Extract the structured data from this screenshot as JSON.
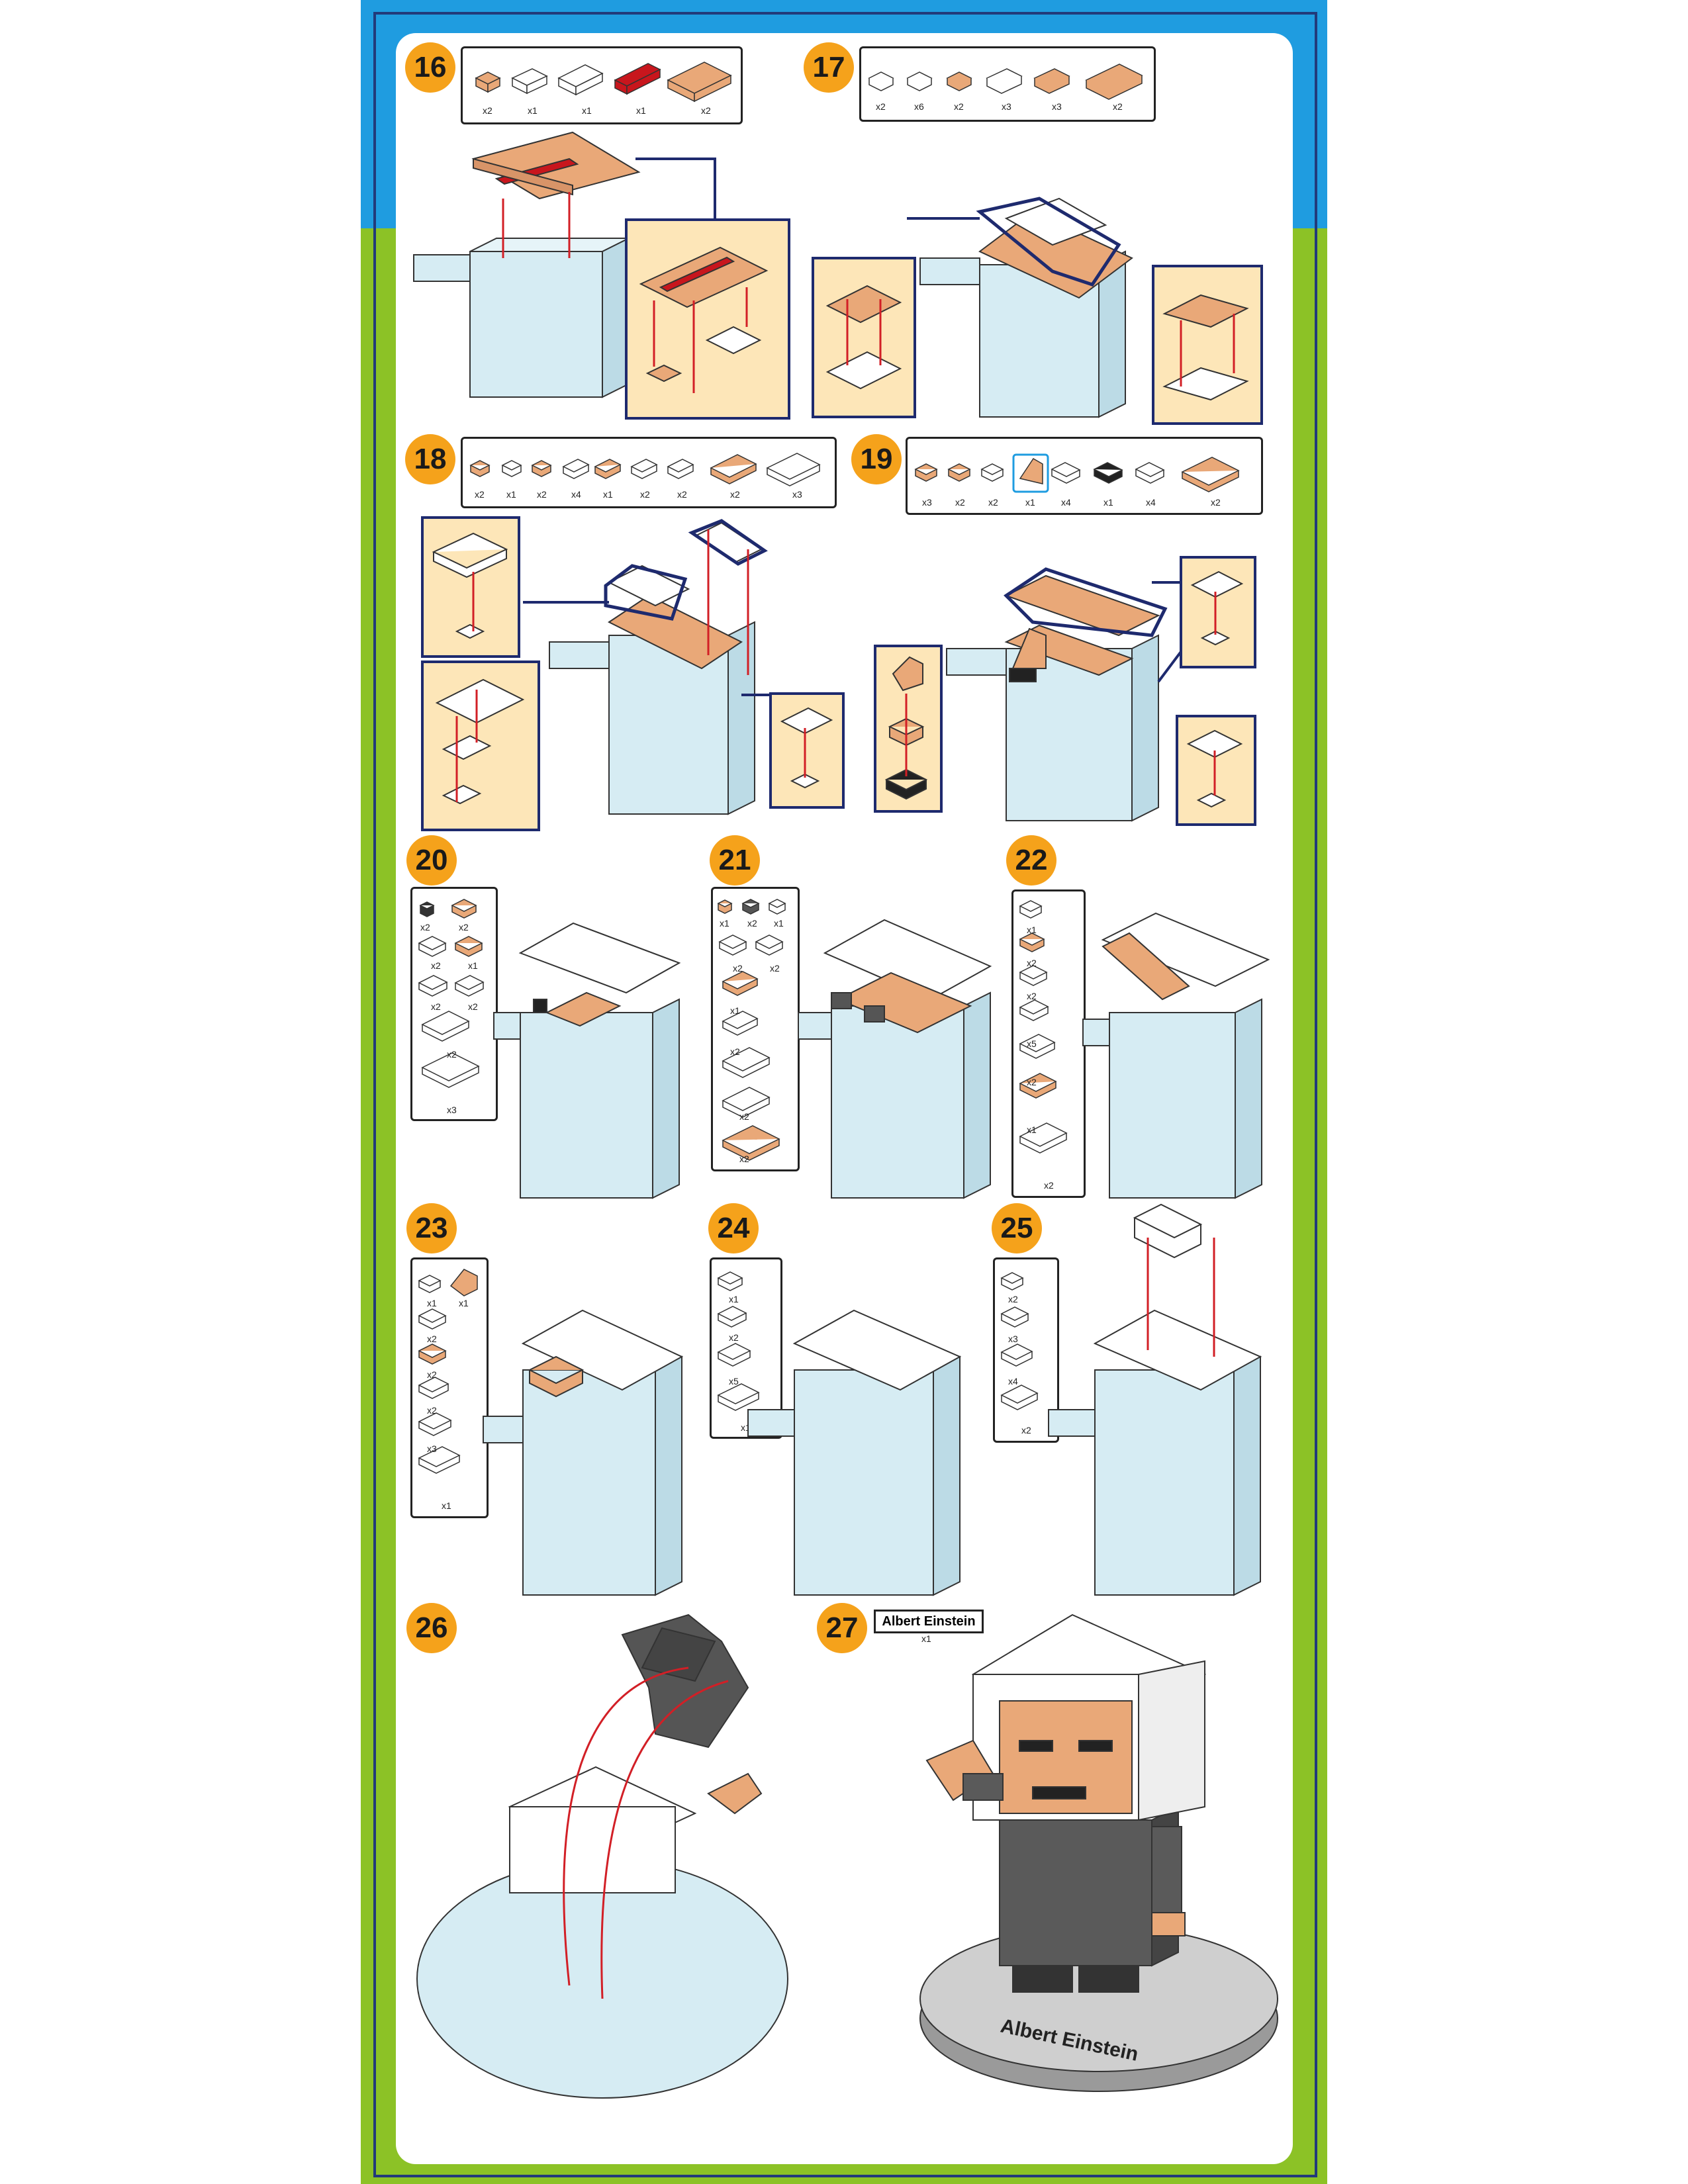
{
  "steps": {
    "s16": {
      "number": "16",
      "qty": [
        "x2",
        "x1",
        "x1",
        "x1",
        "x2"
      ]
    },
    "s17": {
      "number": "17",
      "qty": [
        "x2",
        "x6",
        "x2",
        "x3",
        "x3",
        "x2"
      ]
    },
    "s18": {
      "number": "18",
      "qty": [
        "x2",
        "x1",
        "x2",
        "x4",
        "x1",
        "x2",
        "x2",
        "x2",
        "x3"
      ]
    },
    "s19": {
      "number": "19",
      "qty": [
        "x3",
        "x2",
        "x2",
        "x1",
        "x4",
        "x1",
        "x4",
        "x2"
      ]
    },
    "s20": {
      "number": "20",
      "qty": [
        "x2",
        "x2",
        "x2",
        "x1",
        "x2",
        "x2",
        "x2",
        "x3"
      ]
    },
    "s21": {
      "number": "21",
      "qty": [
        "x1",
        "x2",
        "x1",
        "x2",
        "x2",
        "x1",
        "x2",
        "x2",
        "x2"
      ]
    },
    "s22": {
      "number": "22",
      "qty": [
        "x1",
        "x2",
        "x2",
        "x5",
        "x2",
        "x1",
        "x2"
      ]
    },
    "s23": {
      "number": "23",
      "qty": [
        "x1",
        "x1",
        "x2",
        "x2",
        "x2",
        "x3",
        "x1"
      ]
    },
    "s24": {
      "number": "24",
      "qty": [
        "x1",
        "x2",
        "x5",
        "x1"
      ]
    },
    "s25": {
      "number": "25",
      "qty": [
        "x2",
        "x3",
        "x4",
        "x2"
      ]
    },
    "s26": {
      "number": "26"
    },
    "s27": {
      "number": "27",
      "nameplate": "Albert Einstein",
      "nameplate_qty": "x1",
      "base_text": "Albert Einstein"
    }
  },
  "colors": {
    "blue_band": "#1f9ce0",
    "green_band": "#8cc226",
    "step_badge": "#f5a21b",
    "callout": "#fde6b8",
    "skin": "#e9a878",
    "red": "#c8161d",
    "ice": "#d6ecf3",
    "suit": "#5a5a5a"
  }
}
